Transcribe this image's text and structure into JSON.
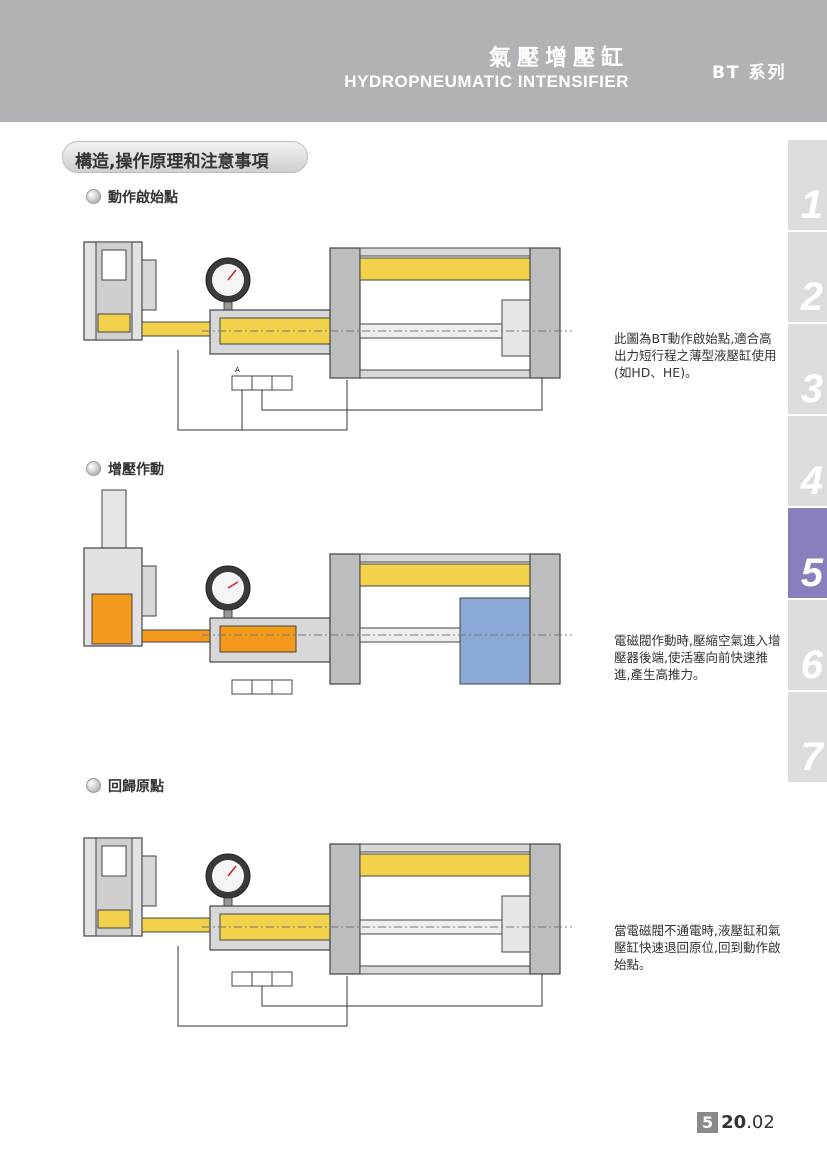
{
  "header": {
    "title_cn": "氣壓增壓缸",
    "title_en": "HYDROPNEUMATIC INTENSIFIER",
    "series": "BT 系列"
  },
  "section_title": "構造,操作原理和注意事項",
  "stages": [
    {
      "title": "動作啟始點",
      "description": "此圖為BT動作啟始點,適合高出力短行程之薄型液壓缸使用(如HD、HE)。"
    },
    {
      "title": "增壓作動",
      "description": "電磁閥作動時,壓縮空氣進入增壓器後端,使活塞向前快速推進,產生高推力。"
    },
    {
      "title": "回歸原點",
      "description": "當電磁閥不通電時,液壓缸和氣壓缸快速退回原位,回到動作啟始點。"
    }
  ],
  "valve_label": "A",
  "side_tabs": [
    "1",
    "2",
    "3",
    "4",
    "5",
    "6",
    "7"
  ],
  "active_tab": "5",
  "page_number": {
    "chapter": "5",
    "major": "20",
    "minor": ".02"
  },
  "colors": {
    "header": "#b1b2b5",
    "oil_yellow": "#f2d24a",
    "oil_orange": "#f39a1c",
    "air_blue": "#8aa9d6",
    "active_tab": "#8a7fbd"
  }
}
